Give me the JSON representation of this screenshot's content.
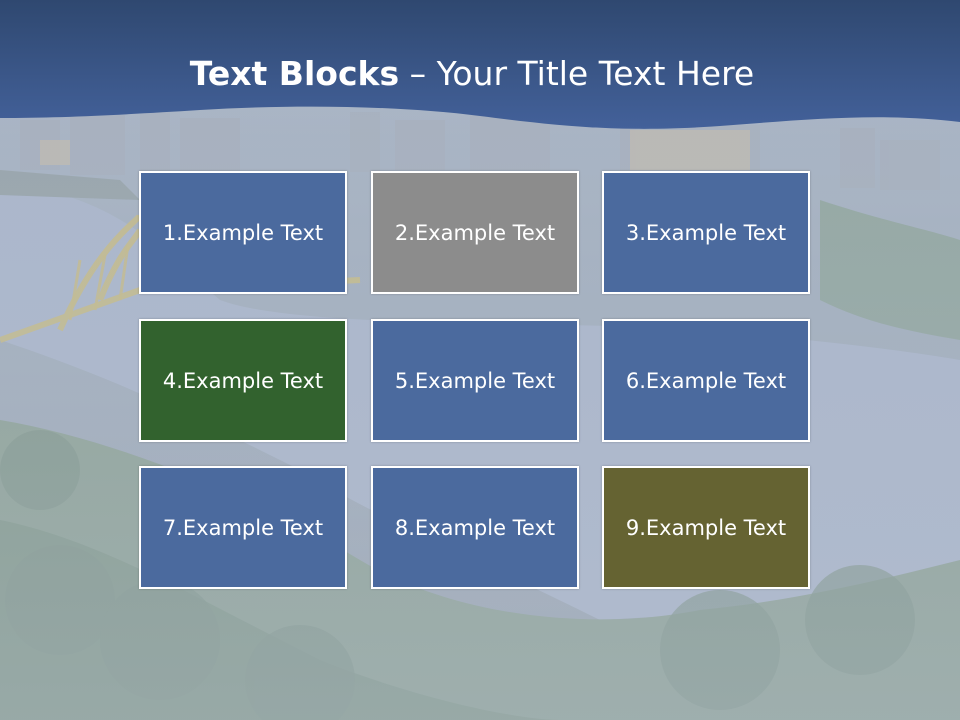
{
  "title": {
    "bold_part": "Text Blocks",
    "separator": " – ",
    "rest": "Your Title Text Here"
  },
  "colors": {
    "header_band": "#3b5785",
    "blue_block": "#4b6a9e",
    "gray_block": "#8c8c8c",
    "green_block": "#32622e",
    "olive_block": "#656332",
    "block_border": "#ffffff"
  },
  "blocks": [
    {
      "label": "1.Example Text",
      "color": "#4b6a9e"
    },
    {
      "label": "2.Example Text",
      "color": "#8c8c8c"
    },
    {
      "label": "3.Example Text",
      "color": "#4b6a9e"
    },
    {
      "label": "4.Example Text",
      "color": "#32622e"
    },
    {
      "label": "5.Example Text",
      "color": "#4b6a9e"
    },
    {
      "label": "6.Example Text",
      "color": "#4b6a9e"
    },
    {
      "label": "7.Example Text",
      "color": "#4b6a9e"
    },
    {
      "label": "8.Example Text",
      "color": "#4b6a9e"
    },
    {
      "label": "9.Example Text",
      "color": "#656332"
    }
  ]
}
